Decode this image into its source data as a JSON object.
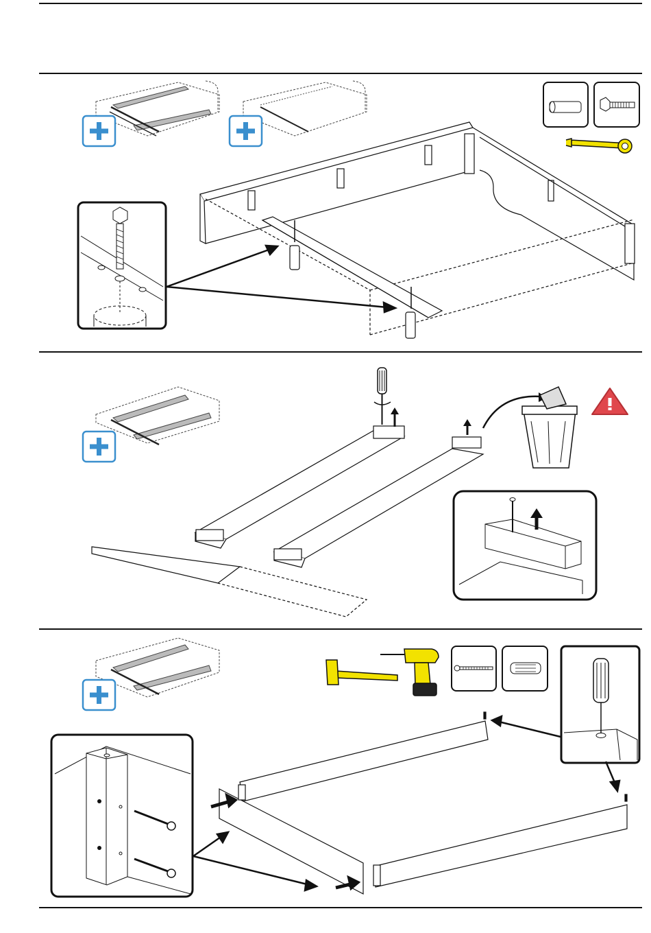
{
  "document": {
    "type": "assembly-instructions",
    "sections": [
      {
        "id": "step-1",
        "items": [
          "drawer-plus-badge",
          "drawer-plus-badge",
          "dowel-part",
          "bolt-part",
          "wrench-tool",
          "bolt-detail-inset"
        ]
      },
      {
        "id": "step-2",
        "items": [
          "drawer-plus-badge",
          "screwdriver-tool",
          "trash-bin",
          "warning-icon",
          "screw-removal-inset"
        ]
      },
      {
        "id": "step-3",
        "items": [
          "drawer-plus-badge",
          "hammer-tool",
          "drill-tool",
          "screw-part",
          "dowel-part",
          "corner-detail-inset",
          "screwdriver-detail-inset"
        ]
      }
    ]
  },
  "icons": {
    "plus": "plus-icon",
    "warning": "warning-icon",
    "wrench": "wrench-icon",
    "hammer": "hammer-icon",
    "drill": "drill-icon",
    "screwdriver": "screwdriver-icon",
    "trash": "trash-bin-icon"
  },
  "colors": {
    "plus_badge": "#3a8fce",
    "tool_yellow": "#f2e200",
    "warning_red": "#e0474c",
    "line": "#111111"
  }
}
